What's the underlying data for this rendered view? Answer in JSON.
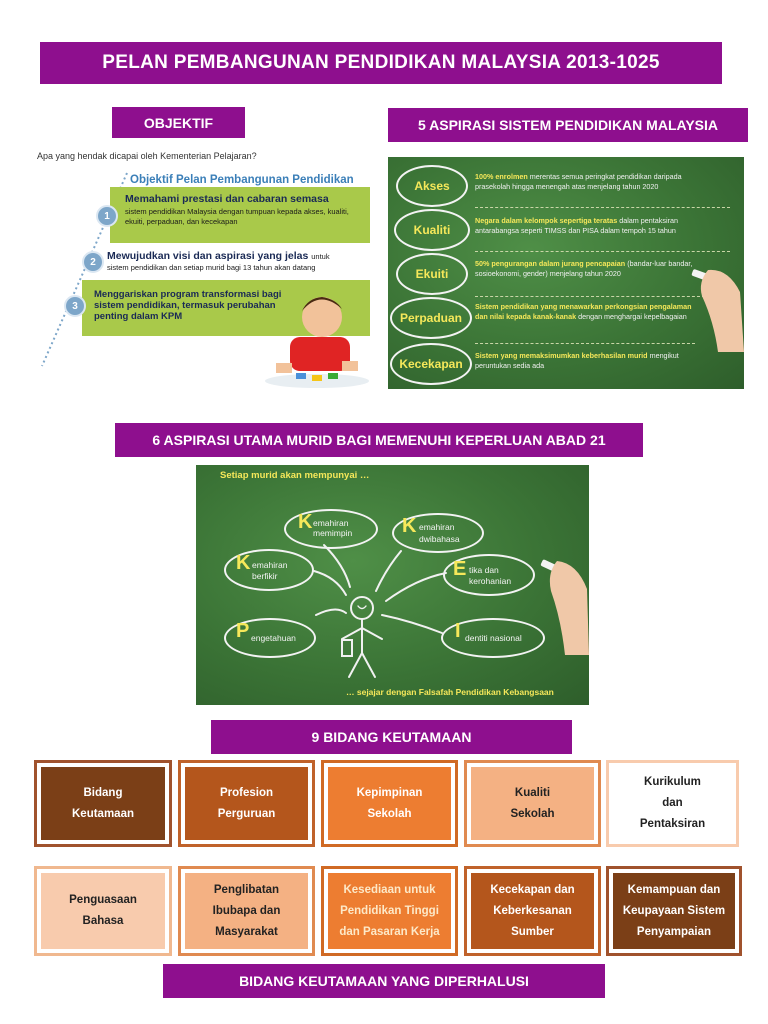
{
  "title": "PELAN PEMBANGUNAN  PENDIDIKAN MALAYSIA  2013-1025",
  "objektif": {
    "heading": "OBJEKTIF",
    "question": "Apa yang hendak dicapai oleh Kementerian Pelajaran?",
    "subtitle": "Objektif Pelan Pembangunan Pendidikan",
    "items": [
      {
        "num": "1",
        "title": "Memahami prestasi dan cabaran semasa",
        "text": "sistem pendidikan Malaysia dengan tumpuan kepada akses, kualiti, ekuiti, perpaduan, dan kecekapan"
      },
      {
        "num": "2",
        "title": "Mewujudkan visi dan aspirasi yang jelas",
        "text_inline": "untuk",
        "text": "sistem pendidikan dan setiap murid bagi 13 tahun akan datang"
      },
      {
        "num": "3",
        "title": "Menggariskan program transformasi bagi sistem pendidikan, termasuk perubahan penting dalam KPM",
        "text": ""
      }
    ]
  },
  "aspirasi_sistem": {
    "heading": "5 ASPIRASI SISTEM PENDIDIKAN MALAYSIA",
    "items": [
      {
        "label": "Akses",
        "bold": "100% enrolmen",
        "text": "merentas semua peringkat pendidikan daripada prasekolah hingga menengah atas menjelang tahun 2020"
      },
      {
        "label": "Kualiti",
        "bold": "Negara dalam kelompok sepertiga teratas",
        "text": "dalam pentaksiran antarabangsa seperti TIMSS dan PISA dalam tempoh 15 tahun"
      },
      {
        "label": "Ekuiti",
        "bold": "50% pengurangan dalam jurang pencapaian",
        "text": "(bandar-luar bandar, sosioekonomi, gender) menjelang tahun 2020"
      },
      {
        "label": "Perpaduan",
        "bold": "Sistem pendidikan yang menawarkan perkongsian pengalaman dan nilai kepada kanak-kanak",
        "text": "dengan menghargai kepelbagaian"
      },
      {
        "label": "Kecekapan",
        "bold": "Sistem yang memaksimumkan keberhasilan murid",
        "text": "mengikut peruntukan sedia ada"
      }
    ]
  },
  "aspirasi_murid": {
    "heading": "6 ASPIRASI UTAMA MURID BAGI MEMENUHI KEPERLUAN ABAD 21",
    "intro": "Setiap murid akan mempunyai …",
    "footer": "… sejajar dengan Falsafah Pendidikan Kebangsaan",
    "items": [
      {
        "letter": "K",
        "rest1": "emahiran",
        "rest2": "memimpin"
      },
      {
        "letter": "K",
        "rest1": "emahiran",
        "rest2": "dwibahasa"
      },
      {
        "letter": "K",
        "rest1": "emahiran",
        "rest2": "berfikir"
      },
      {
        "letter": "E",
        "rest1": "tika dan",
        "rest2": "kerohanian"
      },
      {
        "letter": "P",
        "rest1": "engetahuan",
        "rest2": ""
      },
      {
        "letter": "I",
        "rest1": "dentiti nasional",
        "rest2": ""
      }
    ]
  },
  "bidang": {
    "heading": "9 BIDANG KEUTAMAAN",
    "row1": [
      "Bidang\nKeutamaan",
      "Profesion\nPerguruan",
      "Kepimpinan\nSekolah",
      "Kualiti\nSekolah",
      "Kurikulum\ndan\nPentaksiran"
    ],
    "row2": [
      "Penguasaan\nBahasa",
      "Penglibatan\nIbubapa dan\nMasyarakat",
      "Kesediaan untuk\nPendidikan Tinggi\ndan Pasaran Kerja",
      "Kecekapan dan\nKeberkesanan\nSumber",
      "Kemampuan dan\nKeupayaan Sistem\nPenyampaian"
    ],
    "footer": "BIDANG KEUTAMAAN YANG DIPERHALUSI"
  },
  "colors": {
    "banner": "#8e0f8e",
    "dark_brown": "#7b3f17",
    "mid_brown": "#b4561c",
    "orange": "#ed7d31",
    "light_orange": "#f4b183",
    "peach": "#f8cbad",
    "chalkboard": "#3f7a3a",
    "chalk_yellow": "#f6e85a"
  }
}
